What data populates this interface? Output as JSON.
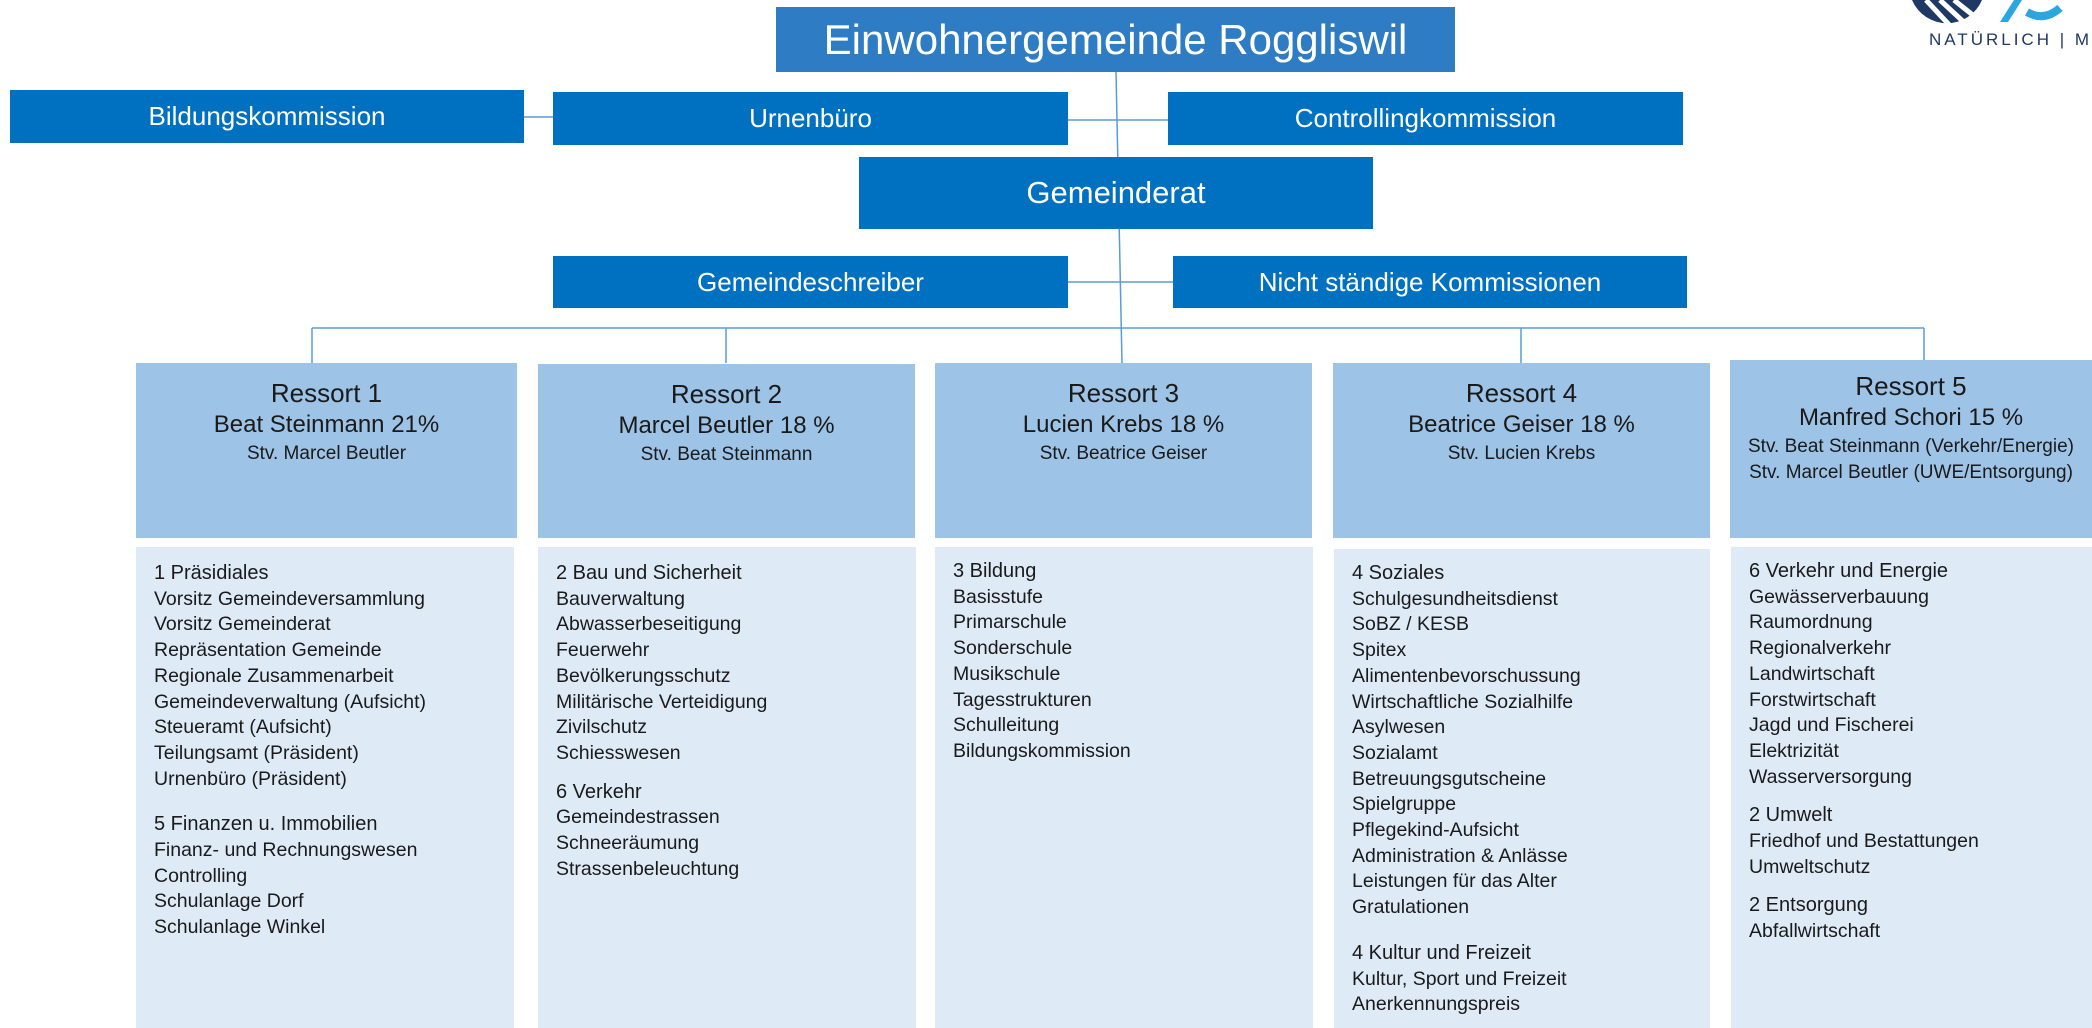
{
  "title": "Einwohnergemeinde Roggliswil",
  "logo": {
    "tagline": "NATÜRLICH | M"
  },
  "top_boxes": {
    "bildungskommission": "Bildungskommission",
    "urnenbuero": "Urnenbüro",
    "controllingkommission": "Controllingkommission",
    "gemeinderat": "Gemeinderat",
    "gemeindeschreiber": "Gemeindeschreiber",
    "nicht_staendige": "Nicht ständige Kommissionen"
  },
  "colors": {
    "primary_box": "#0070c0",
    "ressort_header": "#9dc3e6",
    "ressort_body": "#deebf7",
    "connector": "#5b9bd5"
  },
  "ressorts": [
    {
      "title": "Ressort 1",
      "name": "Beat Steinmann 21%",
      "stv": [
        "Stv. Marcel Beutler"
      ],
      "groups": [
        {
          "heading": "1 Präsidiales",
          "items": [
            "Vorsitz Gemeindeversammlung",
            "Vorsitz Gemeinderat",
            "Repräsentation Gemeinde",
            "Regionale Zusammenarbeit",
            "Gemeindeverwaltung (Aufsicht)",
            "Steueramt (Aufsicht)",
            "Teilungsamt (Präsident)",
            "Urnenbüro (Präsident)"
          ]
        },
        {
          "heading": "5 Finanzen u. Immobilien",
          "items": [
            "Finanz- und Rechnungswesen",
            "Controlling",
            "Schulanlage Dorf",
            "Schulanlage Winkel"
          ]
        }
      ]
    },
    {
      "title": "Ressort 2",
      "name": "Marcel Beutler 18 %",
      "stv": [
        "Stv. Beat Steinmann"
      ],
      "groups": [
        {
          "heading": "2 Bau und Sicherheit",
          "items": [
            "Bauverwaltung",
            "Abwasserbeseitigung",
            "Feuerwehr",
            "Bevölkerungsschutz",
            "Militärische Verteidigung",
            "Zivilschutz",
            "Schiesswesen"
          ]
        },
        {
          "heading": "6 Verkehr",
          "items": [
            "Gemeindestrassen",
            "Schneeräumung",
            "Strassenbeleuchtung"
          ]
        }
      ]
    },
    {
      "title": "Ressort 3",
      "name": "Lucien Krebs 18 %",
      "stv": [
        "Stv. Beatrice Geiser"
      ],
      "groups": [
        {
          "heading": "3 Bildung",
          "items": [
            "Basisstufe",
            "Primarschule",
            "Sonderschule",
            "Musikschule",
            "Tagesstrukturen",
            "Schulleitung",
            "Bildungskommission"
          ]
        }
      ]
    },
    {
      "title": "Ressort 4",
      "name": "Beatrice Geiser 18 %",
      "stv": [
        "Stv. Lucien Krebs"
      ],
      "groups": [
        {
          "heading": "4 Soziales",
          "items": [
            "Schulgesundheitsdienst",
            "SoBZ / KESB",
            "Spitex",
            "Alimentenbevorschussung",
            "Wirtschaftliche Sozialhilfe",
            "Asylwesen",
            "Sozialamt",
            "Betreuungsgutscheine",
            "Spielgruppe",
            "Pflegekind-Aufsicht",
            "Administration & Anlässe",
            "Leistungen für das Alter",
            "Gratulationen"
          ]
        },
        {
          "heading": "4 Kultur und Freizeit",
          "items": [
            "Kultur, Sport und Freizeit",
            "Anerkennungspreis"
          ]
        }
      ]
    },
    {
      "title": "Ressort 5",
      "name": "Manfred Schori 15 %",
      "stv": [
        "Stv. Beat Steinmann (Verkehr/Energie)",
        "Stv. Marcel Beutler (UWE/Entsorgung)"
      ],
      "groups": [
        {
          "heading": "6 Verkehr und Energie",
          "items": [
            "Gewässerverbauung",
            "Raumordnung",
            "Regionalverkehr",
            "Landwirtschaft",
            "Forstwirtschaft",
            "Jagd und Fischerei",
            "Elektrizität",
            "Wasserversorgung"
          ]
        },
        {
          "heading": "2 Umwelt",
          "items": [
            "Friedhof und Bestattungen",
            "Umweltschutz"
          ]
        },
        {
          "heading": "2 Entsorgung",
          "items": [
            "Abfallwirtschaft"
          ]
        }
      ]
    }
  ]
}
